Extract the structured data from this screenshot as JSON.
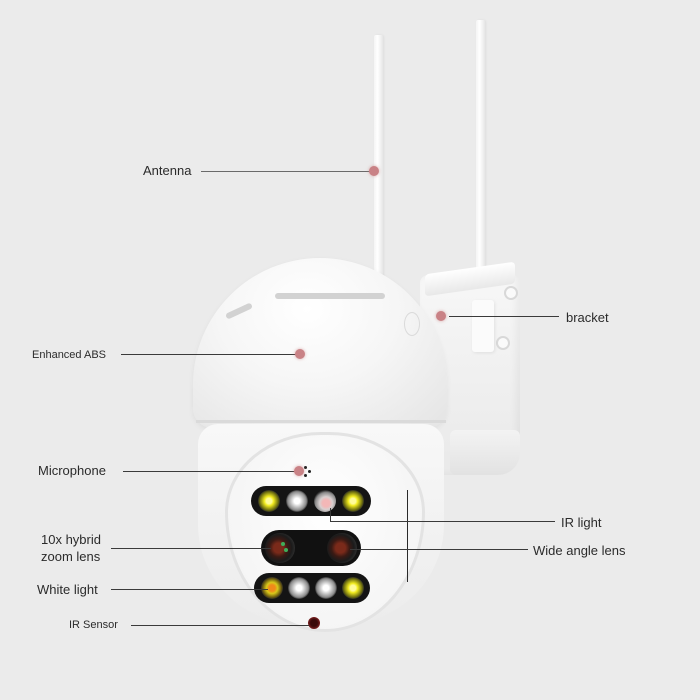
{
  "diagram": {
    "subject": "Outdoor PTZ dome security camera",
    "background_color": "#ebebeb",
    "callout_dot_color": "#c98286",
    "callouts": {
      "antenna": "Antenna",
      "bracket": "bracket",
      "enhanced_abs": "Enhanced ABS",
      "microphone": "Microphone",
      "ir_light": "IR light",
      "zoom_lens_line1": "10x hybrid",
      "zoom_lens_line2": "zoom lens",
      "wide_angle_lens": "Wide angle lens",
      "white_light": "White light",
      "ir_sensor": "IR Sensor"
    },
    "led_rows": {
      "top": [
        "yellow",
        "white",
        "ir",
        "yellow"
      ],
      "bottom": [
        "orange",
        "white",
        "white",
        "yellow"
      ]
    },
    "lenses": [
      "10x hybrid zoom lens",
      "wide angle lens"
    ]
  }
}
